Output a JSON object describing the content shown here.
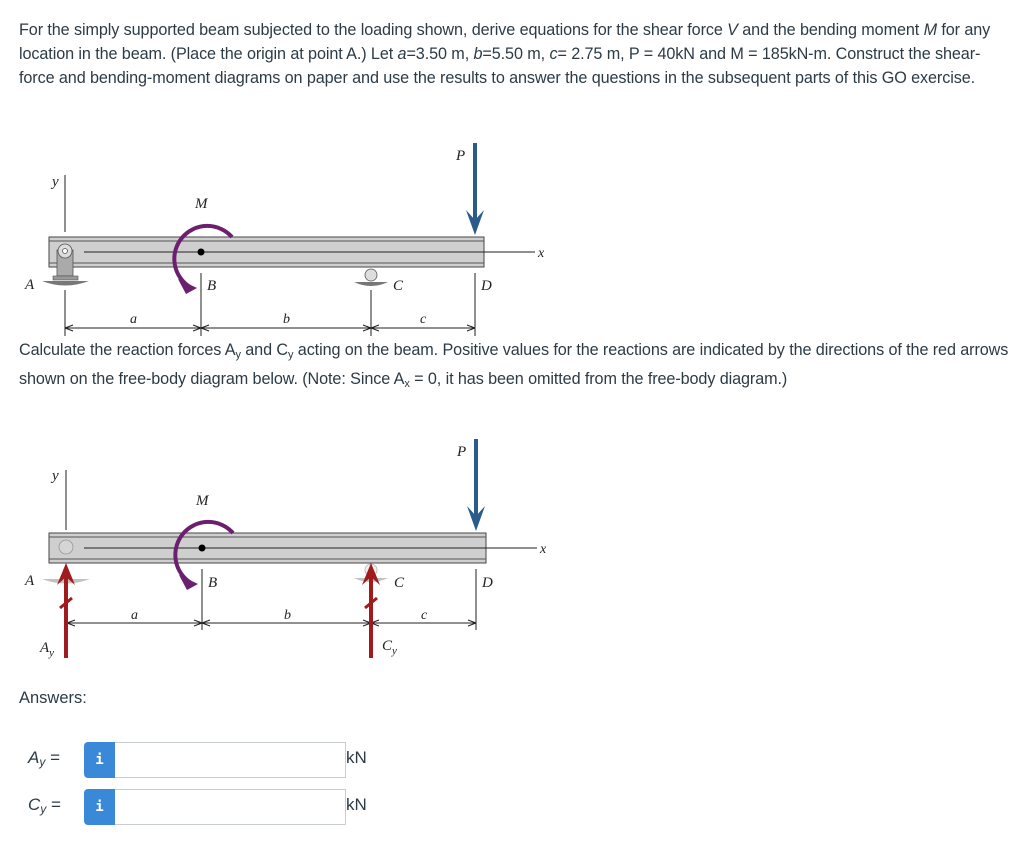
{
  "problem": {
    "intro_text": "For the simply supported beam subjected to the loading shown, derive equations for the shear force V and the bending moment M for any location in the beam. (Place the origin at point A.) Let a=3.50 m, b=5.50 m, c= 2.75 m, P = 40kN and M = 185kN-m. Construct the shear-force and bending-moment diagrams on paper and use the results to answer the questions in the subsequent parts of this GO exercise.",
    "intro_parts": {
      "p1": "For the simply supported beam subjected to the loading shown, derive equations for the shear force ",
      "V": "V",
      "p2": " and the bending moment ",
      "M": "M",
      "p3": " for any location in the beam. (Place the origin at point A.) Let ",
      "a_var": "a",
      "a_val": "=3.50 m, ",
      "b_var": "b",
      "b_val": "=5.50 m, ",
      "c_var": "c",
      "c_val": "= 2.75 m, ",
      "P_var": "P",
      "P_val": " = 40kN and ",
      "M_var": "M",
      "M_val": " = 185kN-m. Construct the shear-force and bending-moment diagrams on paper and use the results to answer the questions in the subsequent parts of this GO exercise."
    },
    "given": {
      "a": "3.50 m",
      "b": "5.50 m",
      "c": "2.75 m",
      "P": "40kN",
      "M": "185kN-m"
    }
  },
  "question": {
    "p1": "Calculate the reaction forces ",
    "Ay_base": "A",
    "Ay_sub": "y",
    "p2": " and ",
    "Cy_base": "C",
    "Cy_sub": "y",
    "p3": " acting on the beam. Positive values for the reactions are indicated by the directions of the red arrows shown on the free-body diagram below. (Note: Since ",
    "Ax_base": "A",
    "Ax_sub": "x",
    "p4": " = 0, it has been omitted from the free-body diagram.)"
  },
  "figure1": {
    "labels": {
      "y": "y",
      "x": "x",
      "M": "M",
      "P": "P",
      "A": "A",
      "B": "B",
      "C": "C",
      "D": "D",
      "a": "a",
      "b": "b",
      "c": "c"
    },
    "colors": {
      "moment": "#6b1f6e",
      "load": "#2b5a8c",
      "beam": "#cfcfcf"
    }
  },
  "figure2": {
    "labels": {
      "y": "y",
      "x": "x",
      "M": "M",
      "P": "P",
      "A": "A",
      "B": "B",
      "C": "C",
      "D": "D",
      "a": "a",
      "b": "b",
      "c": "c",
      "Ay": "A",
      "Ay_sub": "y",
      "Cy": "C",
      "Cy_sub": "y"
    },
    "colors": {
      "reaction": "#a01c1c"
    }
  },
  "answers": {
    "heading": "Answers:",
    "rows": [
      {
        "var": "A",
        "sub": "y",
        "eq": " =",
        "info": "i",
        "value": "",
        "unit": "kN"
      },
      {
        "var": "C",
        "sub": "y",
        "eq": " =",
        "info": "i",
        "value": "",
        "unit": "kN"
      }
    ]
  }
}
